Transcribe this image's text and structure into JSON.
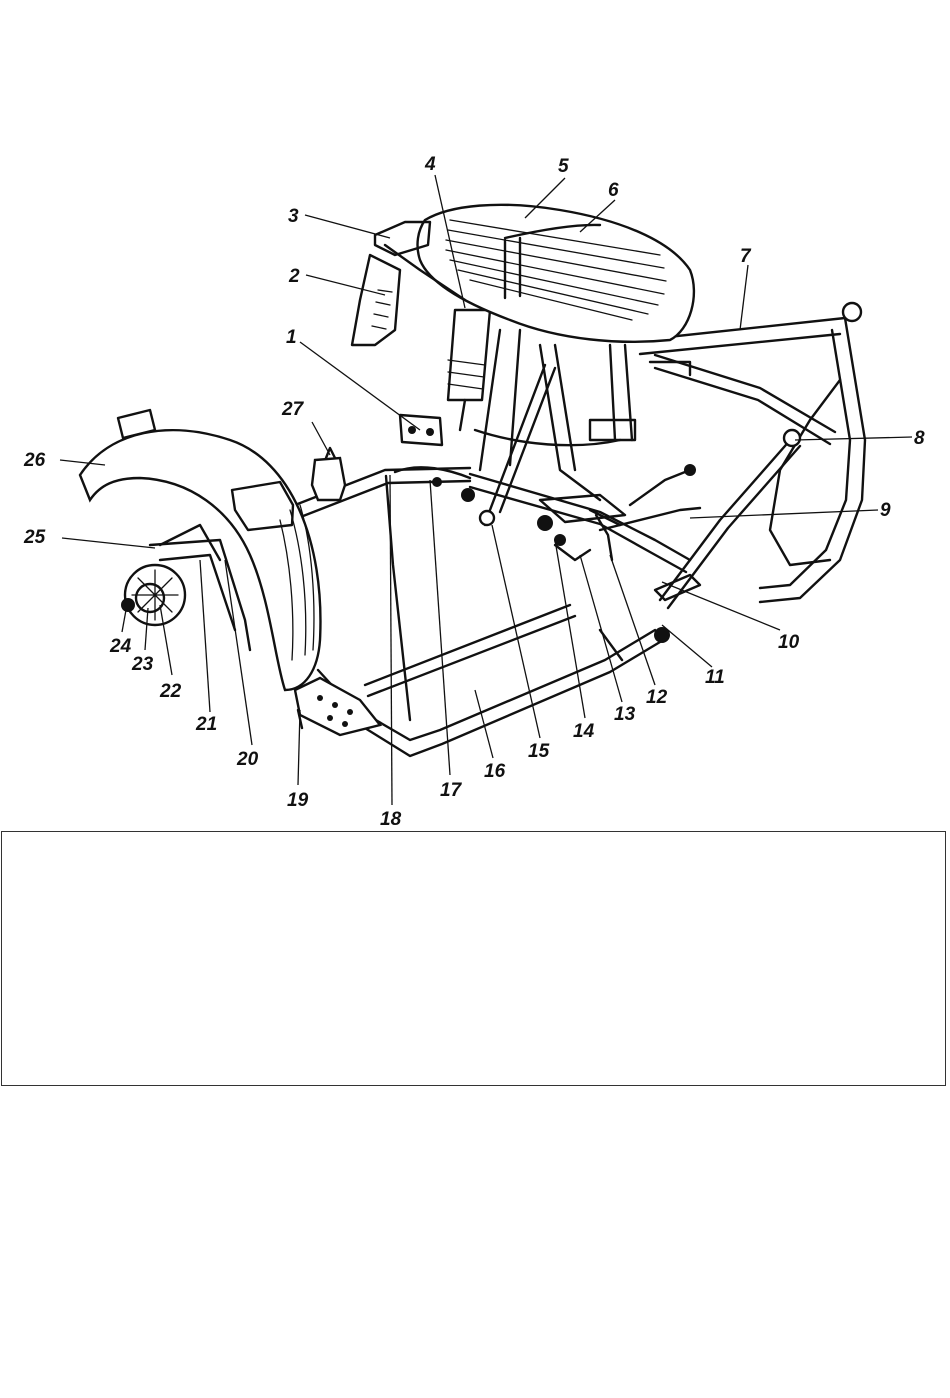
{
  "figure": {
    "labels": [
      "1",
      "2",
      "3",
      "4",
      "5",
      "6",
      "7",
      "8",
      "9",
      "10",
      "11",
      "12",
      "13",
      "14",
      "15",
      "16",
      "17",
      "18",
      "19",
      "20",
      "21",
      "22",
      "23",
      "24",
      "25",
      "26",
      "27"
    ]
  },
  "caption": {
    "text": ""
  },
  "colors": {
    "ink": "#111111",
    "background": "#ffffff",
    "box_border": "#333333"
  }
}
